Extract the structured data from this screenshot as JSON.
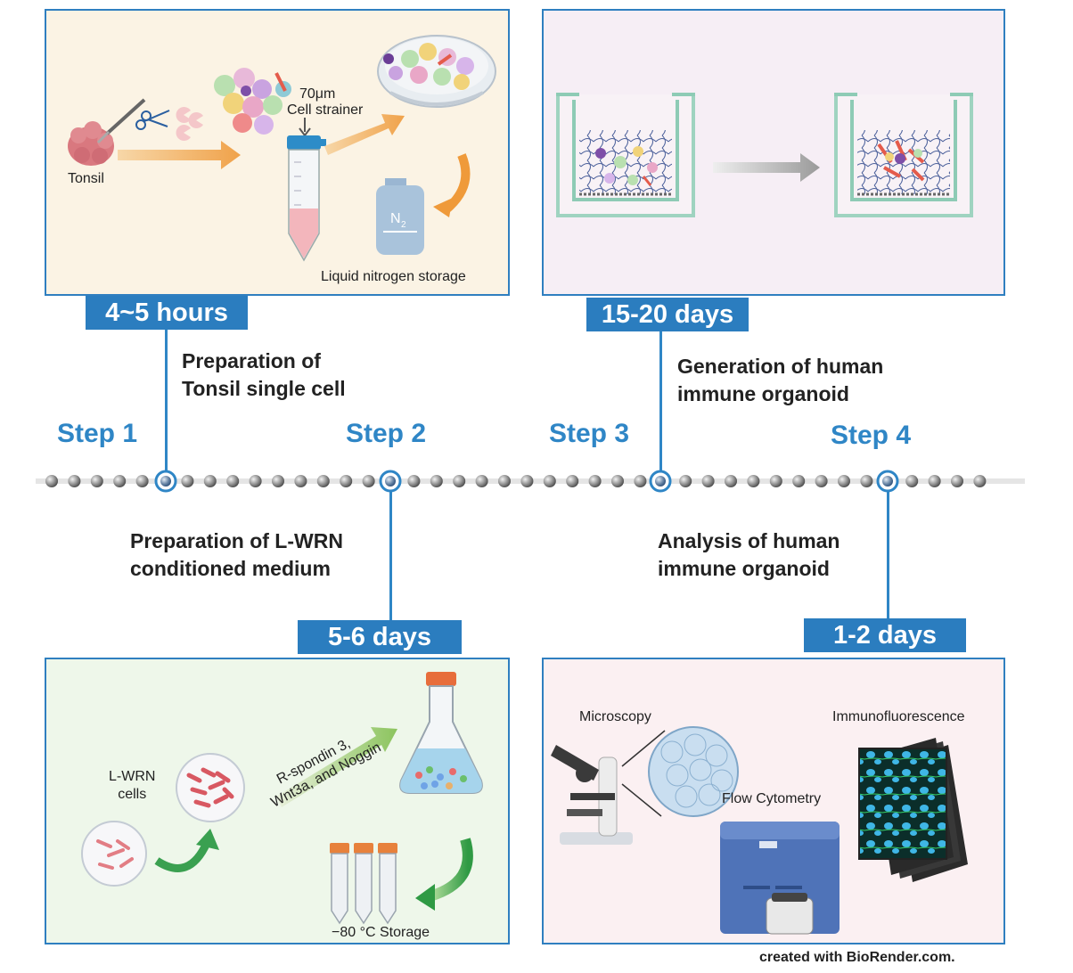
{
  "steps": [
    {
      "label": "Step 1",
      "duration": "4~5 hours",
      "description_lines": [
        "Preparation of",
        "Tonsil single cell"
      ]
    },
    {
      "label": "Step 2",
      "duration": "5-6 days",
      "description_lines": [
        "Preparation of L-WRN",
        "conditioned medium"
      ]
    },
    {
      "label": "Step 3",
      "duration": "15-20 days",
      "description_lines": [
        "Generation of human",
        "immune organoid"
      ]
    },
    {
      "label": "Step 4",
      "duration": "1-2 days",
      "description_lines": [
        "Analysis of human",
        "immune organoid"
      ]
    }
  ],
  "panel1": {
    "tonsil": "Tonsil",
    "strainer_lines": [
      "70μm",
      "Cell strainer"
    ],
    "storage": "Liquid nitrogen storage",
    "tank_label": "N",
    "tank_sub": "2"
  },
  "panel3": {
    "cells_lines": [
      "L-WRN",
      "cells"
    ],
    "factors_lines": [
      "R-spondin 3,",
      "Wnt3a, and Noggin"
    ],
    "storage": "−80 °C Storage"
  },
  "panel4": {
    "microscopy": "Microscopy",
    "flow": "Flow Cytometry",
    "if": "Immunofluorescence"
  },
  "credit": "created with BioRender.com.",
  "colors": {
    "accent": "#2b7dbf",
    "step_text": "#2f86c6",
    "panel_border": "#2f7fc0"
  }
}
